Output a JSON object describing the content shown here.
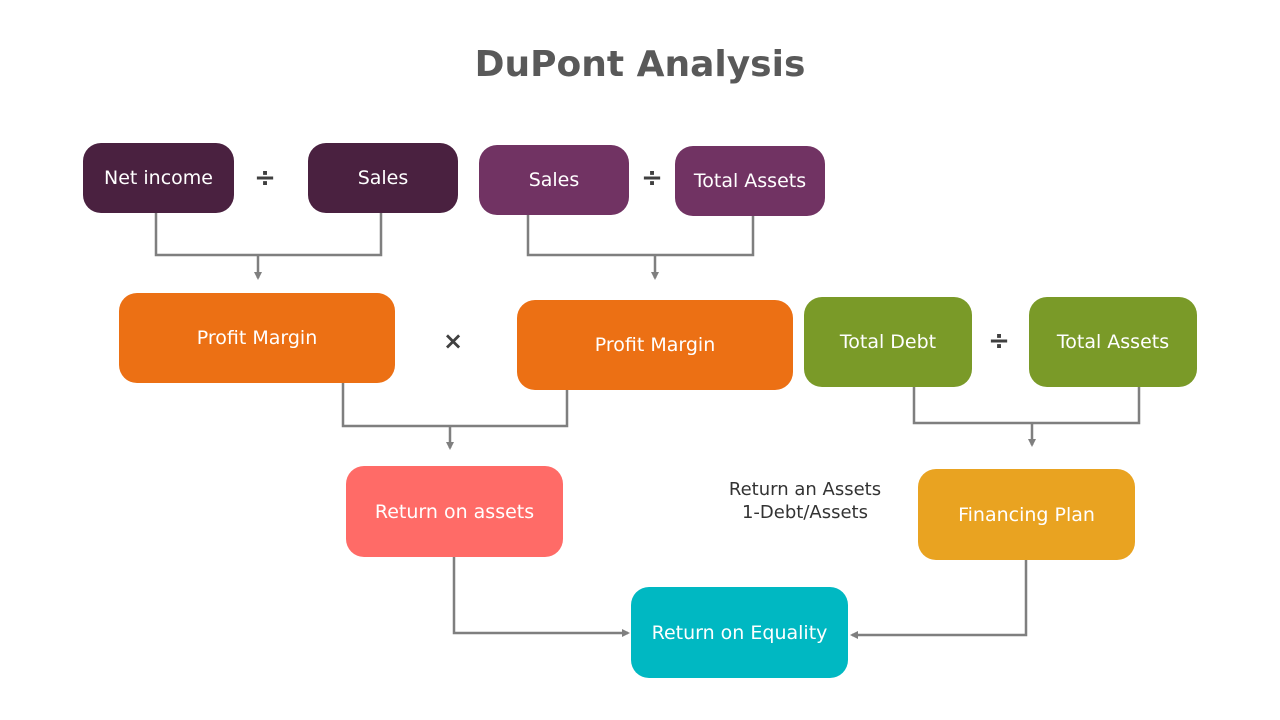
{
  "title": "DuPont Analysis",
  "colors": {
    "dark_plum": "#4a2140",
    "purple": "#713363",
    "orange": "#ec7014",
    "green": "#7a9a28",
    "salmon": "#ff6b67",
    "amber": "#e9a321",
    "teal": "#00b8c2",
    "connector": "#7f7f7f"
  },
  "nodes": {
    "net_income": "Net income",
    "sales_1": "Sales",
    "sales_2": "Sales",
    "total_assets_1": "Total Assets",
    "profit_margin_1": "Profit Margin",
    "profit_margin_2": "Profit Margin",
    "total_debt": "Total Debt",
    "total_assets_2": "Total Assets",
    "return_on_assets": "Return on assets",
    "financing_plan": "Financing Plan",
    "return_on_equality": "Return on Equality"
  },
  "operators": {
    "divide": "÷",
    "multiply": "×"
  },
  "annotation": {
    "line1": "Return an Assets",
    "line2": "1-Debt/Assets"
  }
}
